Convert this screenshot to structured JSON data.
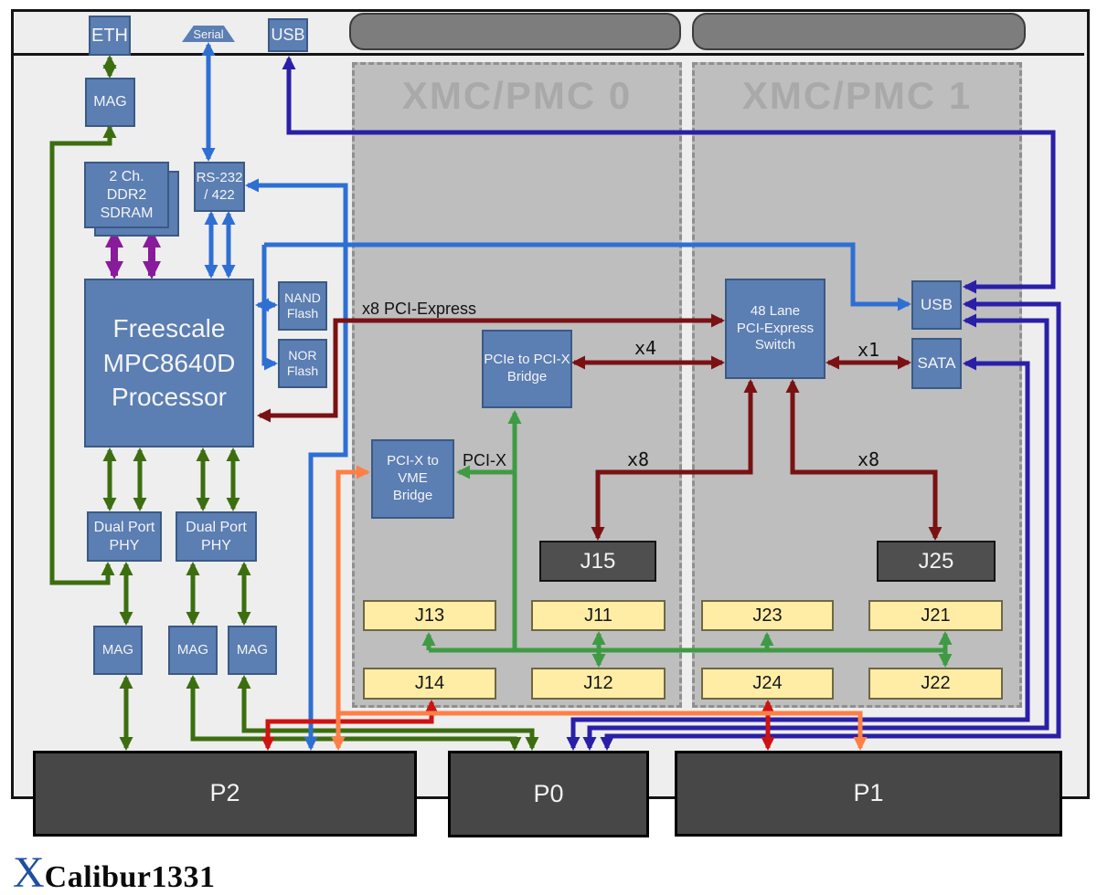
{
  "front_panel": {
    "eth": "ETH",
    "serial": "Serial",
    "usb": "USB"
  },
  "left": {
    "mag_top": "MAG",
    "sdram": "2 Ch.\nDDR2\nSDRAM",
    "rs232": "RS-232\n/ 422",
    "processor": "Freescale\nMPC8640D\nProcessor",
    "nand": "NAND\nFlash",
    "nor": "NOR\nFlash",
    "phy1": "Dual Port\nPHY",
    "phy2": "Dual Port\nPHY",
    "mag1": "MAG",
    "mag2": "MAG",
    "mag3": "MAG"
  },
  "xmc0": {
    "title": "XMC/PMC 0",
    "pcie_bridge": "PCIe to PCI-X\nBridge",
    "vme_bridge": "PCI-X to\nVME\nBridge",
    "j15": "J15",
    "j13": "J13",
    "j11": "J11",
    "j14": "J14",
    "j12": "J12"
  },
  "xmc1": {
    "title": "XMC/PMC 1",
    "switch": "48 Lane\nPCI-Express\nSwitch",
    "usb": "USB",
    "sata": "SATA",
    "j25": "J25",
    "j23": "J23",
    "j21": "J21",
    "j24": "J24",
    "j22": "J22"
  },
  "connectors": {
    "p2": "P2",
    "p0": "P0",
    "p1": "P1"
  },
  "labels": {
    "x8_pcie": "x8 PCI-Express",
    "x4": "x4",
    "x1": "x1",
    "x8_j15": "x8",
    "x8_j25": "x8",
    "pcix": "PCI-X"
  },
  "logo": {
    "x": "X",
    "rest": "Calibur1331"
  },
  "colors": {
    "box_blue": "#5b7eb3",
    "connector_yellow": "#ffeda6",
    "connector_dark": "#474747",
    "region_gray": "#bebebe",
    "wire_dark_green": "#3c6e10",
    "wire_green": "#3f9b43",
    "wire_blue": "#2e6fd4",
    "wire_navy": "#2a1fa8",
    "wire_maroon": "#7a1113",
    "wire_red": "#cf1212",
    "wire_orange": "#ff7f45",
    "wire_purple": "#8a1a9c"
  }
}
